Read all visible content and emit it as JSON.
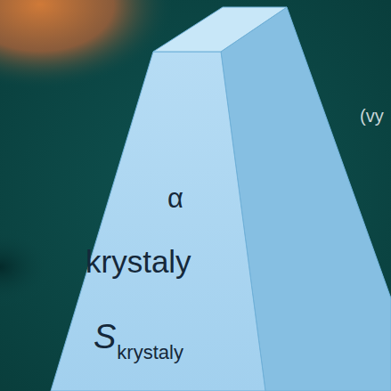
{
  "diagram": {
    "nodes": [
      {
        "text": [
          "α",
          "krystaly",
          "S",
          "krystaly"
        ]
      }
    ],
    "labels": [
      "(vy"
    ]
  }
}
